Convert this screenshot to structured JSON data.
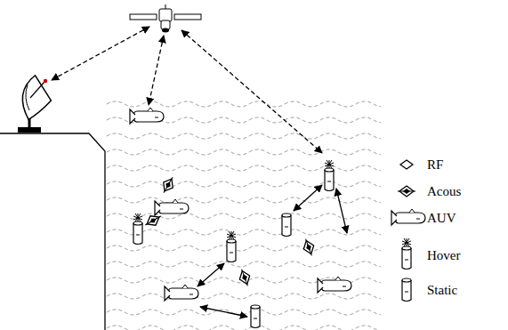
{
  "diagram": {
    "legend": [
      {
        "text": "RF"
      },
      {
        "text": "Acous"
      },
      {
        "text": "AUV"
      },
      {
        "text": "Hover"
      },
      {
        "text": "Static"
      }
    ]
  }
}
